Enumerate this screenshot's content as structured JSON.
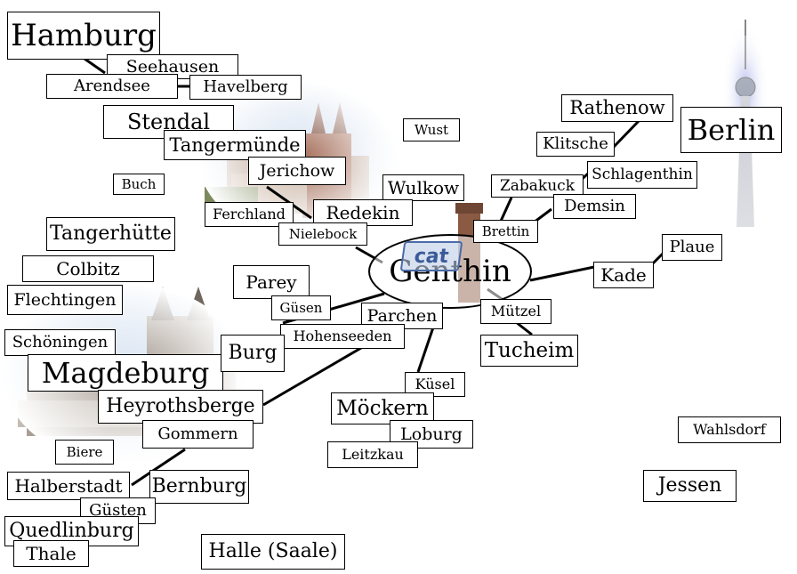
{
  "map": {
    "center": "Genthin",
    "center_logo_text": "cat",
    "places": [
      {
        "id": "hamburg",
        "name": "Hamburg"
      },
      {
        "id": "seehausen",
        "name": "Seehausen"
      },
      {
        "id": "arendsee",
        "name": "Arendsee"
      },
      {
        "id": "havelberg",
        "name": "Havelberg"
      },
      {
        "id": "stendal",
        "name": "Stendal"
      },
      {
        "id": "tangermuende",
        "name": "Tangermünde"
      },
      {
        "id": "jerichow",
        "name": "Jerichow"
      },
      {
        "id": "wust",
        "name": "Wust"
      },
      {
        "id": "buch",
        "name": "Buch"
      },
      {
        "id": "wulkow",
        "name": "Wulkow"
      },
      {
        "id": "ferchland",
        "name": "Ferchland"
      },
      {
        "id": "redekin",
        "name": "Redekin"
      },
      {
        "id": "nielebock",
        "name": "Nielebock"
      },
      {
        "id": "tangerhuette",
        "name": "Tangerhütte"
      },
      {
        "id": "colbitz",
        "name": "Colbitz"
      },
      {
        "id": "flechtingen",
        "name": "Flechtingen"
      },
      {
        "id": "parey",
        "name": "Parey"
      },
      {
        "id": "guesen",
        "name": "Güsen"
      },
      {
        "id": "parchen",
        "name": "Parchen"
      },
      {
        "id": "hohenseeden",
        "name": "Hohenseeden"
      },
      {
        "id": "schoeningen",
        "name": "Schöningen"
      },
      {
        "id": "magdeburg",
        "name": "Magdeburg"
      },
      {
        "id": "burg",
        "name": "Burg"
      },
      {
        "id": "heyrothsberge",
        "name": "Heyrothsberge"
      },
      {
        "id": "gommern",
        "name": "Gommern"
      },
      {
        "id": "biere",
        "name": "Biere"
      },
      {
        "id": "halberstadt",
        "name": "Halberstadt"
      },
      {
        "id": "bernburg",
        "name": "Bernburg"
      },
      {
        "id": "guesten",
        "name": "Güsten"
      },
      {
        "id": "quedlinburg",
        "name": "Quedlinburg"
      },
      {
        "id": "thale",
        "name": "Thale"
      },
      {
        "id": "halle",
        "name": "Halle (Saale)"
      },
      {
        "id": "kuesel",
        "name": "Küsel"
      },
      {
        "id": "moeckern",
        "name": "Möckern"
      },
      {
        "id": "loburg",
        "name": "Loburg"
      },
      {
        "id": "leitzkau",
        "name": "Leitzkau"
      },
      {
        "id": "rathenow",
        "name": "Rathenow"
      },
      {
        "id": "klitsche",
        "name": "Klitsche"
      },
      {
        "id": "schlagenthin",
        "name": "Schlagenthin"
      },
      {
        "id": "zabakuck",
        "name": "Zabakuck"
      },
      {
        "id": "demsin",
        "name": "Demsin"
      },
      {
        "id": "brettin",
        "name": "Brettin"
      },
      {
        "id": "berlin",
        "name": "Berlin"
      },
      {
        "id": "plaue",
        "name": "Plaue"
      },
      {
        "id": "kade",
        "name": "Kade"
      },
      {
        "id": "muetzel",
        "name": "Mützel"
      },
      {
        "id": "tucheim",
        "name": "Tucheim"
      },
      {
        "id": "wahlsdorf",
        "name": "Wahlsdorf"
      },
      {
        "id": "jessen",
        "name": "Jessen"
      }
    ]
  }
}
